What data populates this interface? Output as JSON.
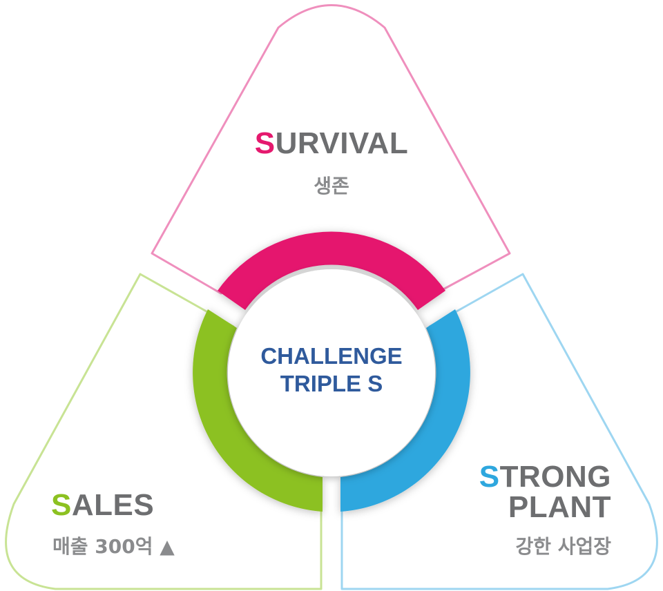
{
  "center": {
    "line1": "CHALLENGE",
    "line2": "TRIPLE S"
  },
  "survival": {
    "initial": "S",
    "rest": "URVIVAL",
    "subtitle": "생존",
    "color": "#e5196e",
    "outline": "#ef8fbd"
  },
  "sales": {
    "initial": "S",
    "rest": "ALES",
    "subtitle": "매출 300억 ▲",
    "color": "#8cc121",
    "outline": "#c8e394"
  },
  "strong_plant": {
    "initial": "S",
    "rest1": "TRONG",
    "line2": "PLANT",
    "subtitle": "강한 사업장",
    "color": "#2ea7de",
    "outline": "#9ed6f1"
  },
  "colors": {
    "text_gray": "#6d6e70",
    "center_text": "#2f5a9c"
  }
}
